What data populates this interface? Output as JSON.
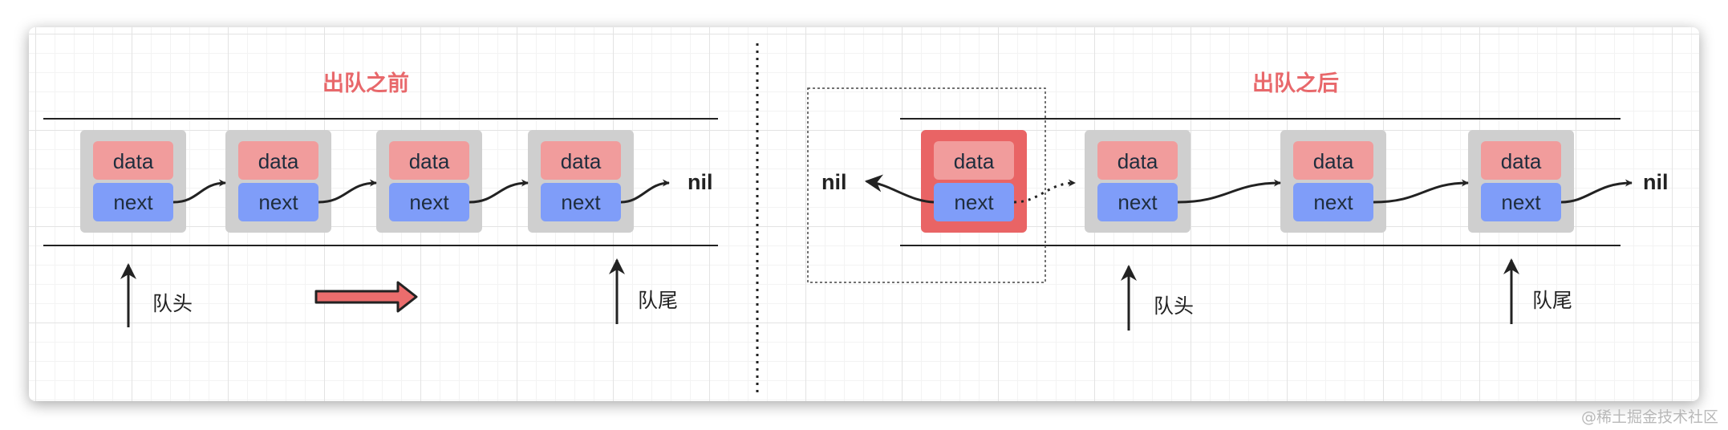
{
  "sections": {
    "before": {
      "title": "出队之前",
      "nodes": [
        {
          "data_label": "data",
          "next_label": "next"
        },
        {
          "data_label": "data",
          "next_label": "next"
        },
        {
          "data_label": "data",
          "next_label": "next"
        },
        {
          "data_label": "data",
          "next_label": "next"
        }
      ],
      "nil_label": "nil",
      "head_label": "队头",
      "tail_label": "队尾"
    },
    "after": {
      "title": "出队之后",
      "removed_node": {
        "data_label": "data",
        "next_label": "next"
      },
      "removed_nil_label": "nil",
      "nodes": [
        {
          "data_label": "data",
          "next_label": "next"
        },
        {
          "data_label": "data",
          "next_label": "next"
        },
        {
          "data_label": "data",
          "next_label": "next"
        }
      ],
      "nil_label": "nil",
      "head_label": "队头",
      "tail_label": "队尾"
    }
  },
  "watermark": "@稀土掘金技术社区",
  "colors": {
    "title": "#e8686b",
    "data_cell": "#f19c9c",
    "next_cell": "#7f9df9",
    "node_frame": "#cfcfcf",
    "removed_frame": "#e96465",
    "arrow": "#222222",
    "direction_arrow_fill": "#eb6d6d"
  }
}
